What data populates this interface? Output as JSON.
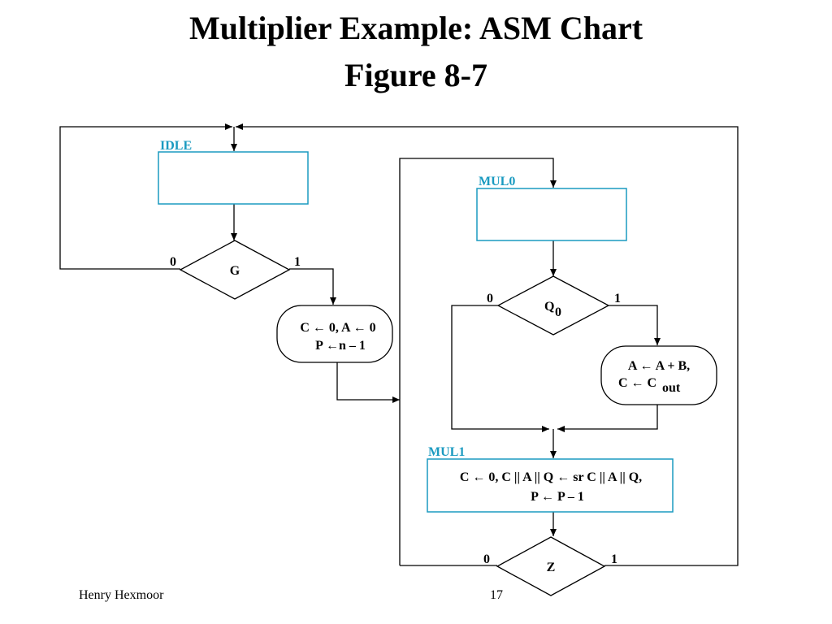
{
  "slide": {
    "title_line1": "Multiplier Example: ASM Chart",
    "title_line2": "Figure 8-7",
    "footer_author": "Henry Hexmoor",
    "footer_page": "17"
  },
  "diagram": {
    "state_idle": "IDLE",
    "state_mul0": "MUL0",
    "state_mul1": "MUL1",
    "decision_g": "G",
    "decision_q0": "Q",
    "decision_q0_sub": "0",
    "decision_z": "Z",
    "label_0": "0",
    "label_1": "1",
    "cond_init_line1": "C ← 0, A ← 0",
    "cond_init_line2": "P ←n – 1",
    "cond_add_line1": "A ← A + B,",
    "cond_add_line2": "C ← C",
    "cond_add_sub": "out",
    "mul1_line1": "C ← 0, C || A || Q ← sr C || A || Q,",
    "mul1_line2": "P ← P – 1",
    "colors": {
      "state_box": "#1a9ac0",
      "line": "#000000",
      "state_label": "#1a9ac0"
    }
  }
}
